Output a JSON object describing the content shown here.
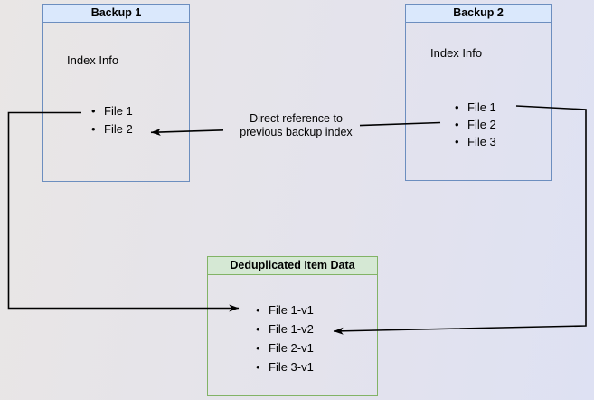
{
  "diagram": {
    "type": "backup-deduplication-diagram",
    "colors": {
      "backup_header_fill": "#dae8fc",
      "backup_border": "#6c8ebf",
      "dedup_header_fill": "#d5e8d4",
      "dedup_border": "#82b366",
      "edge_stroke": "#000000",
      "background_left": "#e9e6e5",
      "background_right": "#dee1f3"
    },
    "boxes": {
      "backup1": {
        "title": "Backup 1",
        "subtitle": "Index Info",
        "files": [
          "File 1",
          "File 2"
        ]
      },
      "backup2": {
        "title": "Backup 2",
        "subtitle": "Index Info",
        "files": [
          "File 1",
          "File 2",
          "File 3"
        ]
      },
      "dedup": {
        "title": "Deduplicated Item Data",
        "files": [
          "File 1-v1",
          "File 1-v2",
          "File 2-v1",
          "File 3-v1"
        ]
      }
    },
    "annotations": {
      "direct_reference": {
        "line1": "Direct reference to",
        "line2": "previous backup index"
      }
    },
    "edges": [
      {
        "from": "Backup 2 / File 2",
        "to": "Backup 1 / File 2",
        "label": "Direct reference to previous backup index"
      },
      {
        "from": "Backup 1 / File 1",
        "to": "Deduplicated Item Data / File 1-v1",
        "label": ""
      },
      {
        "from": "Backup 2 / File 1",
        "to": "Deduplicated Item Data / File 1-v2",
        "label": ""
      }
    ]
  }
}
